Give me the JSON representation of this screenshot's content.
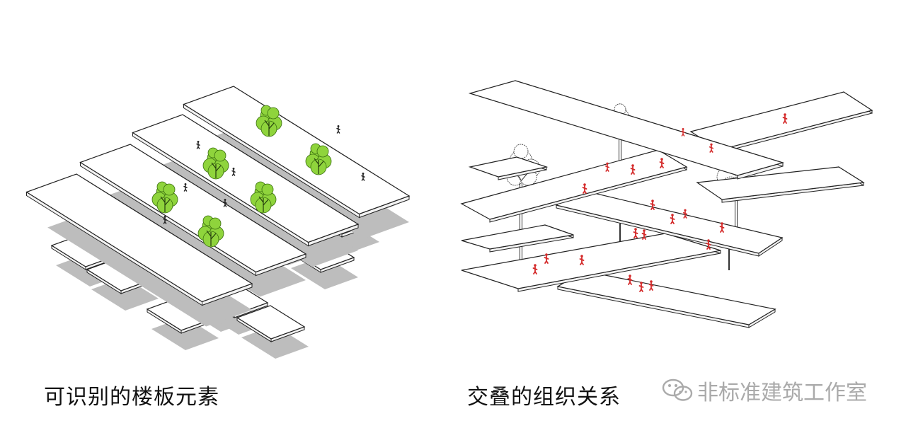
{
  "captions": {
    "left": "可识别的楼板元素",
    "right": "交叠的组织关系"
  },
  "watermark": {
    "text": "非标准建筑工作室",
    "icon": "wechat-icon"
  },
  "colors": {
    "slab_fill": "#ffffff",
    "slab_stroke": "#222222",
    "shadow": "#bdbdbd",
    "tree_green": "#8fd43c",
    "tree_dark": "#3a6e10",
    "figure_red": "#d42a2a",
    "watermark_gray": "#aaaaaa"
  }
}
